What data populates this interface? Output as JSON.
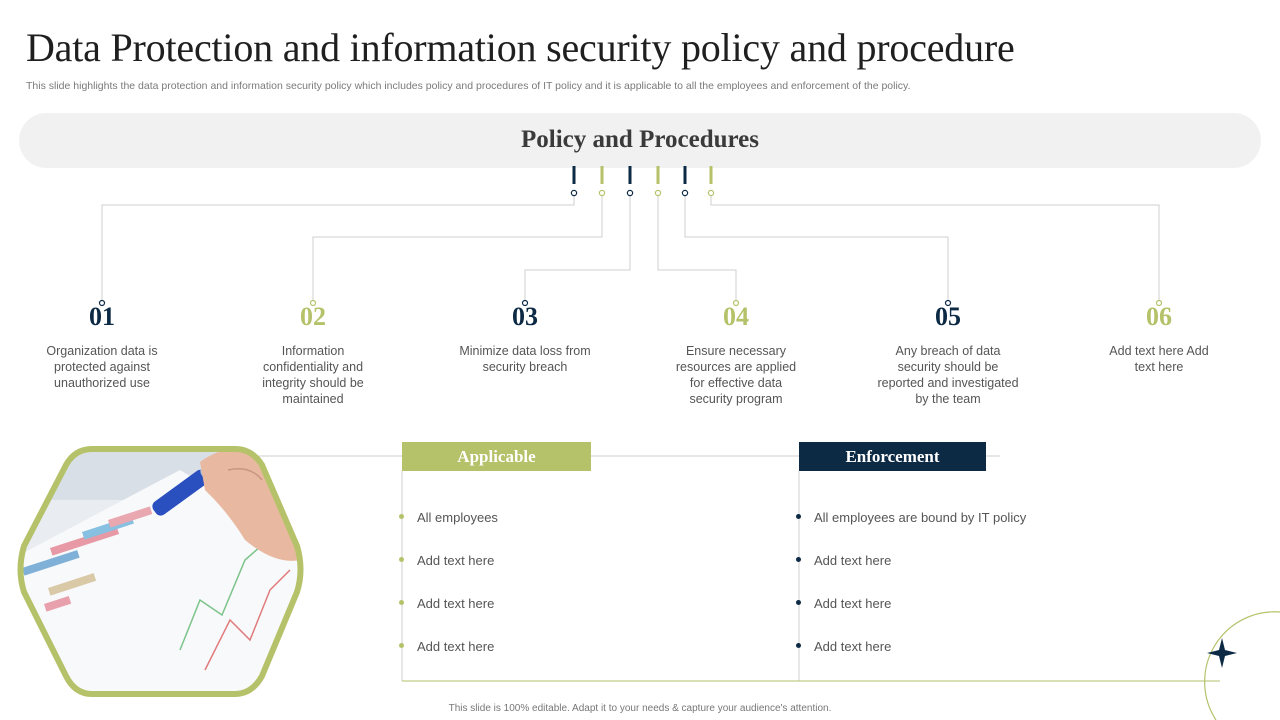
{
  "header": {
    "title": "Data Protection and information security policy and procedure",
    "subtitle": "This slide highlights the data protection and information security policy which includes policy and procedures of IT policy and it is applicable to all the employees and enforcement of the policy."
  },
  "banner": {
    "title": "Policy and Procedures"
  },
  "colors": {
    "navy": "#0d2a45",
    "olive": "#b5c26a",
    "line": "#cfcfcf"
  },
  "steps": [
    {
      "number": "01",
      "text": "Organization data is protected against unauthorized use"
    },
    {
      "number": "02",
      "text": "Information confidentiality and integrity should be maintained"
    },
    {
      "number": "03",
      "text": "Minimize data loss from security breach"
    },
    {
      "number": "04",
      "text": "Ensure necessary resources are applied for effective data security program"
    },
    {
      "number": "05",
      "text": "Any breach of data security should be reported and investigated by the team"
    },
    {
      "number": "06",
      "text": "Add text here Add text here"
    }
  ],
  "applicable": {
    "label": "Applicable",
    "items": [
      "All employees",
      "Add text here",
      "Add text here",
      "Add text here"
    ]
  },
  "enforcement": {
    "label": "Enforcement",
    "items": [
      "All employees are bound by IT policy",
      "Add text here",
      "Add text here",
      "Add text here"
    ]
  },
  "footer": {
    "note": "This slide is 100% editable. Adapt it to your needs & capture your audience's attention."
  },
  "image": {
    "icon": "chart-analysis-photo"
  }
}
